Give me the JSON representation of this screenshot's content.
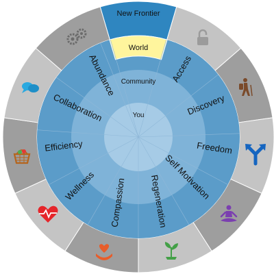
{
  "center": {
    "label": "You"
  },
  "community_ring": {
    "label": "Community"
  },
  "world_ring": {
    "label": "World"
  },
  "outer_ring": {
    "label": "New Frontier"
  },
  "values": [
    {
      "label": "Abundance"
    },
    {
      "label": "Access"
    },
    {
      "label": "Discovery"
    },
    {
      "label": "Freedom"
    },
    {
      "label": "Self Motivation"
    },
    {
      "label": "Regeneration"
    },
    {
      "label": "Compassion"
    },
    {
      "label": "Wellness"
    },
    {
      "label": "Efficiency"
    },
    {
      "label": "Collaboration"
    }
  ],
  "frontier_icons": [
    {
      "name": "gears-icon",
      "color": "#6b6b6b"
    },
    {
      "name": "lock-icon",
      "color": "#9b9b9b"
    },
    {
      "name": "hiker-icon",
      "color": "#7a4a2a"
    },
    {
      "name": "fork-arrow-icon",
      "color": "#1565c0"
    },
    {
      "name": "meditation-icon",
      "color": "#7b3fb0"
    },
    {
      "name": "sprout-icon",
      "color": "#43a047"
    },
    {
      "name": "caring-hands-icon",
      "color": "#e85d2a"
    },
    {
      "name": "heartbeat-icon",
      "color": "#e5252a"
    },
    {
      "name": "basket-icon",
      "color": "#b5651d"
    },
    {
      "name": "chat-bubbles-icon",
      "color": "#29a9e0"
    }
  ],
  "colors": {
    "highlight": "#2f86c0",
    "world_highlight": "#fff59d",
    "dark_gray": "#9e9e9e",
    "light_gray": "#c4c4c4",
    "outer_blue": "#5b9cc9",
    "mid_blue": "#7fb3d8",
    "inner_blue": "#a6cbe6"
  }
}
